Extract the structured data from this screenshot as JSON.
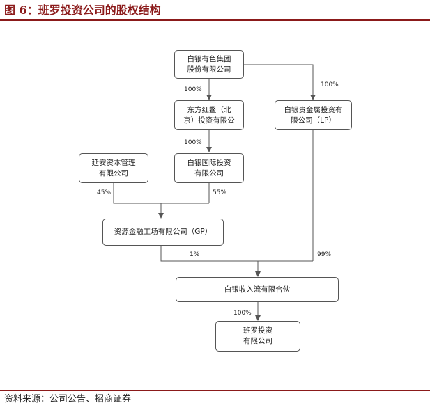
{
  "title": "图 6：班罗投资公司的股权结构",
  "source": "资料来源：公司公告、招商证券",
  "colors": {
    "accent": "#8b1a1a",
    "line": "#555555"
  },
  "nodes": {
    "baiyin_nonferrous": {
      "line1": "白银有色集团",
      "line2": "股份有限公司"
    },
    "dongfang_hongjing": {
      "line1": "东方红鳖（北",
      "line2": "京）投资有限公"
    },
    "baiyin_precious": {
      "line1": "白银贵金属投资有",
      "line2": "限公司（LP）"
    },
    "yanan_capital": {
      "line1": "延安资本管理",
      "line2": "有限公司"
    },
    "baiyin_international": {
      "line1": "白银国际投资",
      "line2": "有限公司"
    },
    "ziyuan_finance": {
      "line1": "资源金融工场有限公司（GP）"
    },
    "baiyin_income": {
      "line1": "白银收入流有限合伙"
    },
    "banluo": {
      "line1": "班罗投资",
      "line2": "有限公司"
    }
  },
  "percentages": {
    "nonferrous_to_dongfang": "100%",
    "nonferrous_to_precious": "100%",
    "dongfang_to_international": "100%",
    "yanan_to_ziyuan": "45%",
    "international_to_ziyuan": "55%",
    "ziyuan_to_income": "1%",
    "precious_to_income": "99%",
    "income_to_banluo": "100%"
  }
}
